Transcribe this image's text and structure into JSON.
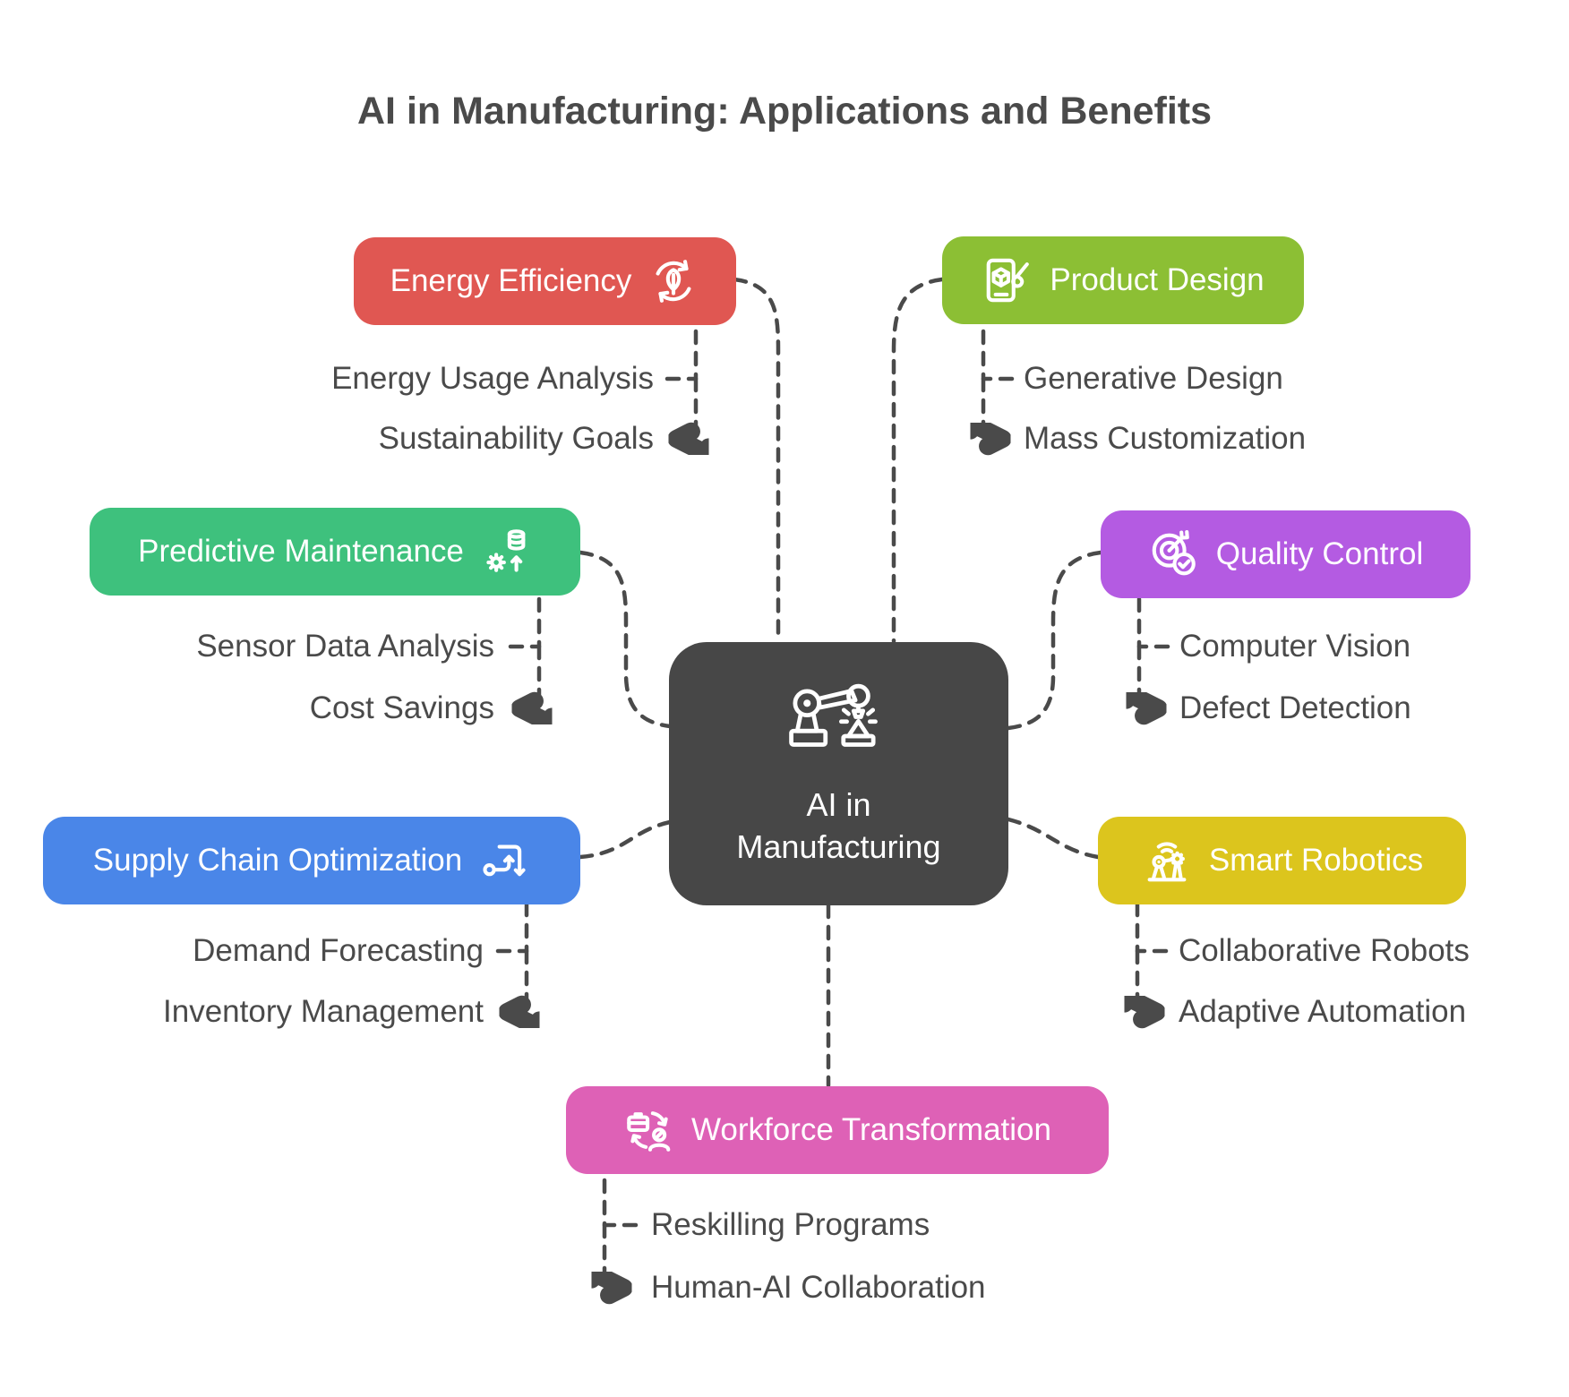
{
  "title": "AI in Manufacturing: Applications and Benefits",
  "center": {
    "label_line1": "AI in",
    "label_line2": "Manufacturing",
    "color": "#474747",
    "icon": "robot-arm-icon"
  },
  "branches": [
    {
      "id": "energy-efficiency",
      "label": "Energy Efficiency",
      "color": "#E05752",
      "icon": "eco-cycle-icon",
      "icon_side": "right",
      "children": [
        "Energy Usage Analysis",
        "Sustainability Goals"
      ]
    },
    {
      "id": "product-design",
      "label": "Product Design",
      "color": "#8CBF34",
      "icon": "design-tablet-icon",
      "icon_side": "left",
      "children": [
        "Generative Design",
        "Mass Customization"
      ]
    },
    {
      "id": "predictive-maintenance",
      "label": "Predictive Maintenance",
      "color": "#3EC17D",
      "icon": "data-gear-icon",
      "icon_side": "right",
      "children": [
        "Sensor Data Analysis",
        "Cost Savings"
      ]
    },
    {
      "id": "quality-control",
      "label": "Quality Control",
      "color": "#B45BE2",
      "icon": "target-check-icon",
      "icon_side": "left",
      "children": [
        "Computer Vision",
        "Defect Detection"
      ]
    },
    {
      "id": "supply-chain-optimization",
      "label": "Supply Chain Optimization",
      "color": "#4A86E8",
      "icon": "flow-route-icon",
      "icon_side": "right",
      "children": [
        "Demand Forecasting",
        "Inventory Management"
      ]
    },
    {
      "id": "smart-robotics",
      "label": "Smart Robotics",
      "color": "#DCC51D",
      "icon": "robot-signal-icon",
      "icon_side": "left",
      "children": [
        "Collaborative Robots",
        "Adaptive Automation"
      ]
    },
    {
      "id": "workforce-transformation",
      "label": "Workforce Transformation",
      "color": "#DE61B6",
      "icon": "briefcase-person-icon",
      "icon_side": "left",
      "children": [
        "Reskilling Programs",
        "Human-AI Collaboration"
      ]
    }
  ],
  "colors": {
    "background": "#FFFFFF",
    "text": "#4A4A4A",
    "connector": "#4A4A4A"
  }
}
